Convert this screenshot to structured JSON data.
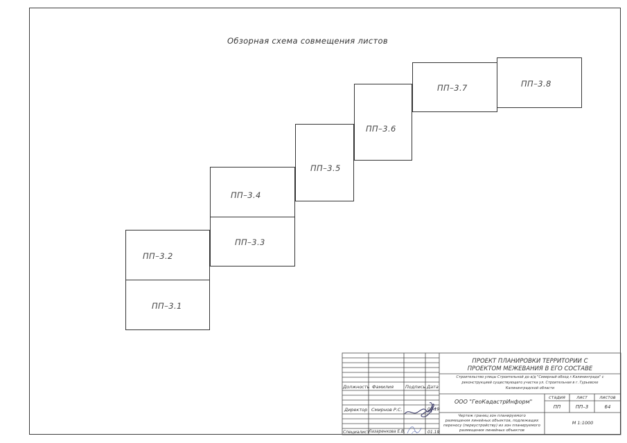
{
  "title": "Обзорная схема совмещения листов",
  "sheets": [
    {
      "id": "sheet-pp-3-1",
      "label": "ПП–3.1"
    },
    {
      "id": "sheet-pp-3-2",
      "label": "ПП–3.2"
    },
    {
      "id": "sheet-pp-3-3",
      "label": "ПП–3.3"
    },
    {
      "id": "sheet-pp-3-4",
      "label": "ПП–3.4"
    },
    {
      "id": "sheet-pp-3-5",
      "label": "ПП–3.5"
    },
    {
      "id": "sheet-pp-3-6",
      "label": "ПП–3.6"
    },
    {
      "id": "sheet-pp-3-7",
      "label": "ПП–3.7"
    },
    {
      "id": "sheet-pp-3-8",
      "label": "ПП–3.8"
    }
  ],
  "stamp": {
    "project_title_line1": "ПРОЕКТ ПЛАНИРОВКИ ТЕРРИТОРИИ С",
    "project_title_line2": "ПРОЕКТОМ МЕЖЕВАНИЯ В ЕГО СОСТАВЕ",
    "construction_line1": "Строительство улицы Строительной до а/д \"Северный обход г.Калининграда\" с",
    "construction_line2": "реконструкцией существующего участка ул. Строительная в г. Гурьевске",
    "construction_line3": "Калининградской области",
    "col_position": "Должность",
    "col_surname": "Фамилия",
    "col_signature": "Подпись",
    "col_date": "Дата",
    "hdr_stage": "стадия",
    "hdr_sheet": "лист",
    "hdr_sheets": "листов",
    "company": "ООО \"ГеоКадастрИнформ\"",
    "stage": "ПП",
    "sheet": "ПП–3",
    "sheets_total": "64",
    "row1_position": "Директор",
    "row1_name": "Смирнов Р.С.",
    "row1_date": "01.19",
    "row2_position": "Специалист",
    "row2_name": "Лазаренкова Е.В.",
    "row2_date": "01.19",
    "drawing_line1": "Чертеж границ зон планируемого",
    "drawing_line2": "размещения линейных объектов, подлежащих",
    "drawing_line3": "переносу (переустройству) из зон планируемого",
    "drawing_line4": "размещения линейных объектов",
    "scale": "М 1:1000"
  }
}
